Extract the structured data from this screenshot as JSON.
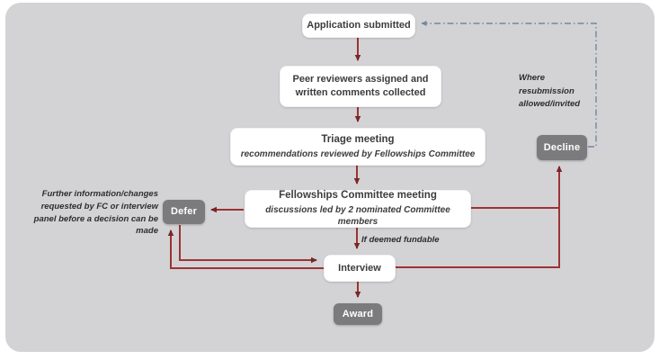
{
  "diagram": {
    "nodes": {
      "application_submitted": {
        "label": "Application submitted"
      },
      "peer_review": {
        "label": "Peer reviewers assigned and written comments collected"
      },
      "triage": {
        "title": "Triage meeting",
        "subtitle": "recommendations reviewed by Fellowships Committee"
      },
      "fellowships_committee": {
        "title": "Fellowships Committee meeting",
        "subtitle": "discussions led by 2 nominated Committee members"
      },
      "interview": {
        "label": "Interview"
      },
      "award": {
        "label": "Award"
      },
      "defer": {
        "label": "Defer"
      },
      "decline": {
        "label": "Decline"
      }
    },
    "annotations": {
      "defer_note": "Further information/changes requested by FC or interview panel before a decision can be made",
      "resubmission_note": "Where resubmission allowed/invited",
      "fundable_condition": "If deemed fundable"
    },
    "theme": {
      "canvas_bg": "#d3d3d5",
      "node_bg": "#ffffff",
      "node_text": "#3c3c3e",
      "terminal_bg": "#7b7b7d",
      "terminal_text": "#ffffff",
      "arrow_color": "#9c3234",
      "arrowhead_color": "#7a2527",
      "dashed_color": "#7586a2",
      "note_text": "#2e2e30"
    }
  }
}
